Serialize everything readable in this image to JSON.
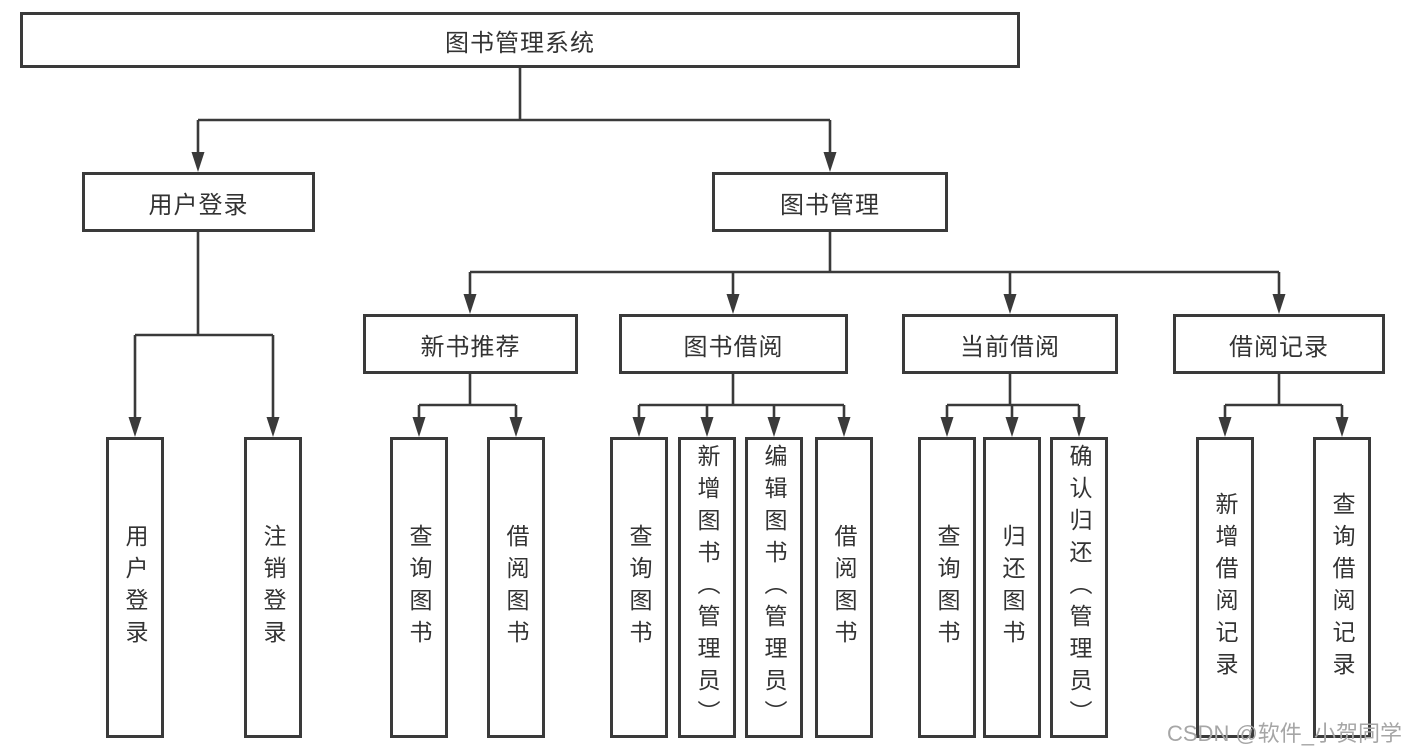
{
  "diagram_title": "图书管理系统",
  "tree": {
    "label": "图书管理系统",
    "children": [
      {
        "label": "用户登录",
        "children": [
          {
            "label": "用户登录"
          },
          {
            "label": "注销登录"
          }
        ]
      },
      {
        "label": "图书管理",
        "children": [
          {
            "label": "新书推荐",
            "children": [
              {
                "label": "查询图书"
              },
              {
                "label": "借阅图书"
              }
            ]
          },
          {
            "label": "图书借阅",
            "children": [
              {
                "label": "查询图书"
              },
              {
                "label": "新增图书（管理员）"
              },
              {
                "label": "编辑图书（管理员）"
              },
              {
                "label": "借阅图书"
              }
            ]
          },
          {
            "label": "当前借阅",
            "children": [
              {
                "label": "查询图书"
              },
              {
                "label": "归还图书"
              },
              {
                "label": "确认归还（管理员）"
              }
            ]
          },
          {
            "label": "借阅记录",
            "children": [
              {
                "label": "新增借阅记录"
              },
              {
                "label": "查询借阅记录"
              }
            ]
          }
        ]
      }
    ]
  },
  "watermark": {
    "text": "CSDN @软件_小贺同学"
  },
  "colors": {
    "box_border": "#3a3a3a",
    "box_fill": "#ffffff",
    "text": "#333333",
    "connector": "#3a3a3a",
    "watermark": "#a6a6a6",
    "background": "#ffffff"
  }
}
